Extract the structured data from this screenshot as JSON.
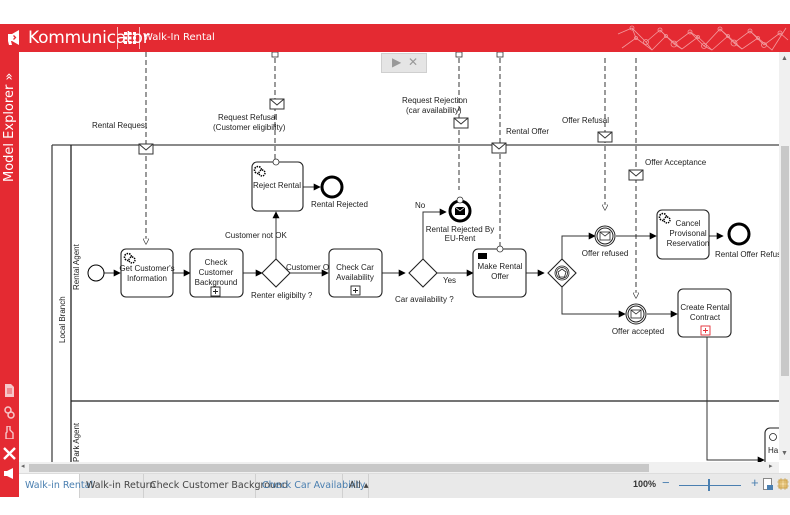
{
  "header": {
    "app_title": "Kommunicator",
    "model_name": "Walk-In Rental",
    "brand_color": "#e42a32"
  },
  "sidebar": {
    "explorer_label": "Model Explorer »",
    "icons": [
      "document-icon",
      "link-icon",
      "bottle-icon",
      "tools-icon",
      "megaphone-icon"
    ]
  },
  "run_controls": {
    "play": "▶",
    "close": "✕"
  },
  "diagram": {
    "pool": "Local Branch",
    "lanes": [
      "Rental Agent",
      "Park Agent"
    ],
    "messages": {
      "rental_request": "Rental Request",
      "request_refusal_1": "Request Refusal",
      "request_refusal_2": "(Customer eligibility)",
      "request_rejection_1": "Request Rejection",
      "request_rejection_2": "(car availability)",
      "rental_offer": "Rental Offer",
      "offer_refusal": "Offer  Refusal",
      "offer_acceptance": "Offer Acceptance"
    },
    "tasks": {
      "get_info_1": "Get Customer's",
      "get_info_2": "Information",
      "check_bg_1": "Check",
      "check_bg_2": "Customer",
      "check_bg_3": "Background",
      "reject_rental": "Reject Rental",
      "check_car_1": "Check Car",
      "check_car_2": "Availability",
      "make_offer_1": "Make Rental",
      "make_offer_2": "Offer",
      "cancel_1": "Cancel",
      "cancel_2": "Provisonal",
      "cancel_3": "Reservation",
      "create_contract_1": "Create Rental",
      "create_contract_2": "Contract",
      "handover": "Ha"
    },
    "events": {
      "rental_rejected": "Rental Rejected",
      "rejected_by_1": "Rental Rejected By",
      "rejected_by_2": "EU-Rent",
      "offer_refused": "Offer refused",
      "offer_accepted": "Offer accepted",
      "offer_refused_end": "Rental  Offer  Refuse"
    },
    "gateways": {
      "renter_eligibility": "Renter eligibilty ?",
      "car_availability": "Car   availability ?"
    },
    "flows": {
      "customer_not_ok": "Customer not OK",
      "customer_ok": "Customer OK",
      "no": "No",
      "yes": "Yes"
    }
  },
  "tabs": [
    {
      "label": "Walk-in Rental",
      "state": "active"
    },
    {
      "label": "Walk-in Return",
      "state": "normal"
    },
    {
      "label": "Check Customer Background",
      "state": "normal"
    },
    {
      "label": "Check Car Availability",
      "state": "link"
    },
    {
      "label": "All ▴",
      "state": "normal"
    }
  ],
  "zoom": {
    "label": "100%",
    "minus": "−",
    "plus": "+",
    "level_percent": 100
  }
}
